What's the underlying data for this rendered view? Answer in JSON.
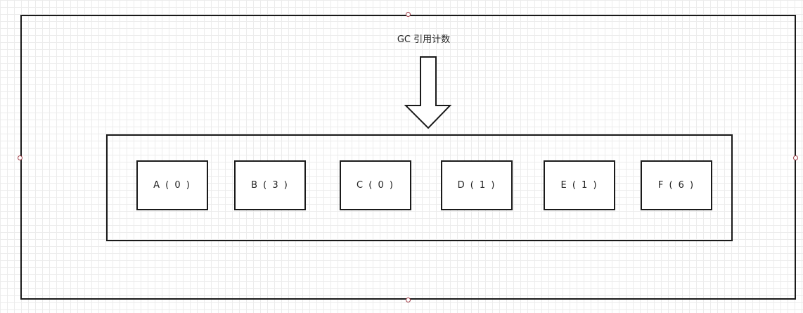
{
  "diagram": {
    "title": "GC 引用计数",
    "objects": [
      {
        "label": "A ( 0 )"
      },
      {
        "label": "B ( 3 )"
      },
      {
        "label": "C ( 0 )"
      },
      {
        "label": "D ( 1 )"
      },
      {
        "label": "E ( 1 )"
      },
      {
        "label": "F ( 6 )"
      }
    ]
  },
  "colors": {
    "stroke": "#1a1a1a",
    "handle": "#a0404a",
    "grid": "#ececec"
  }
}
